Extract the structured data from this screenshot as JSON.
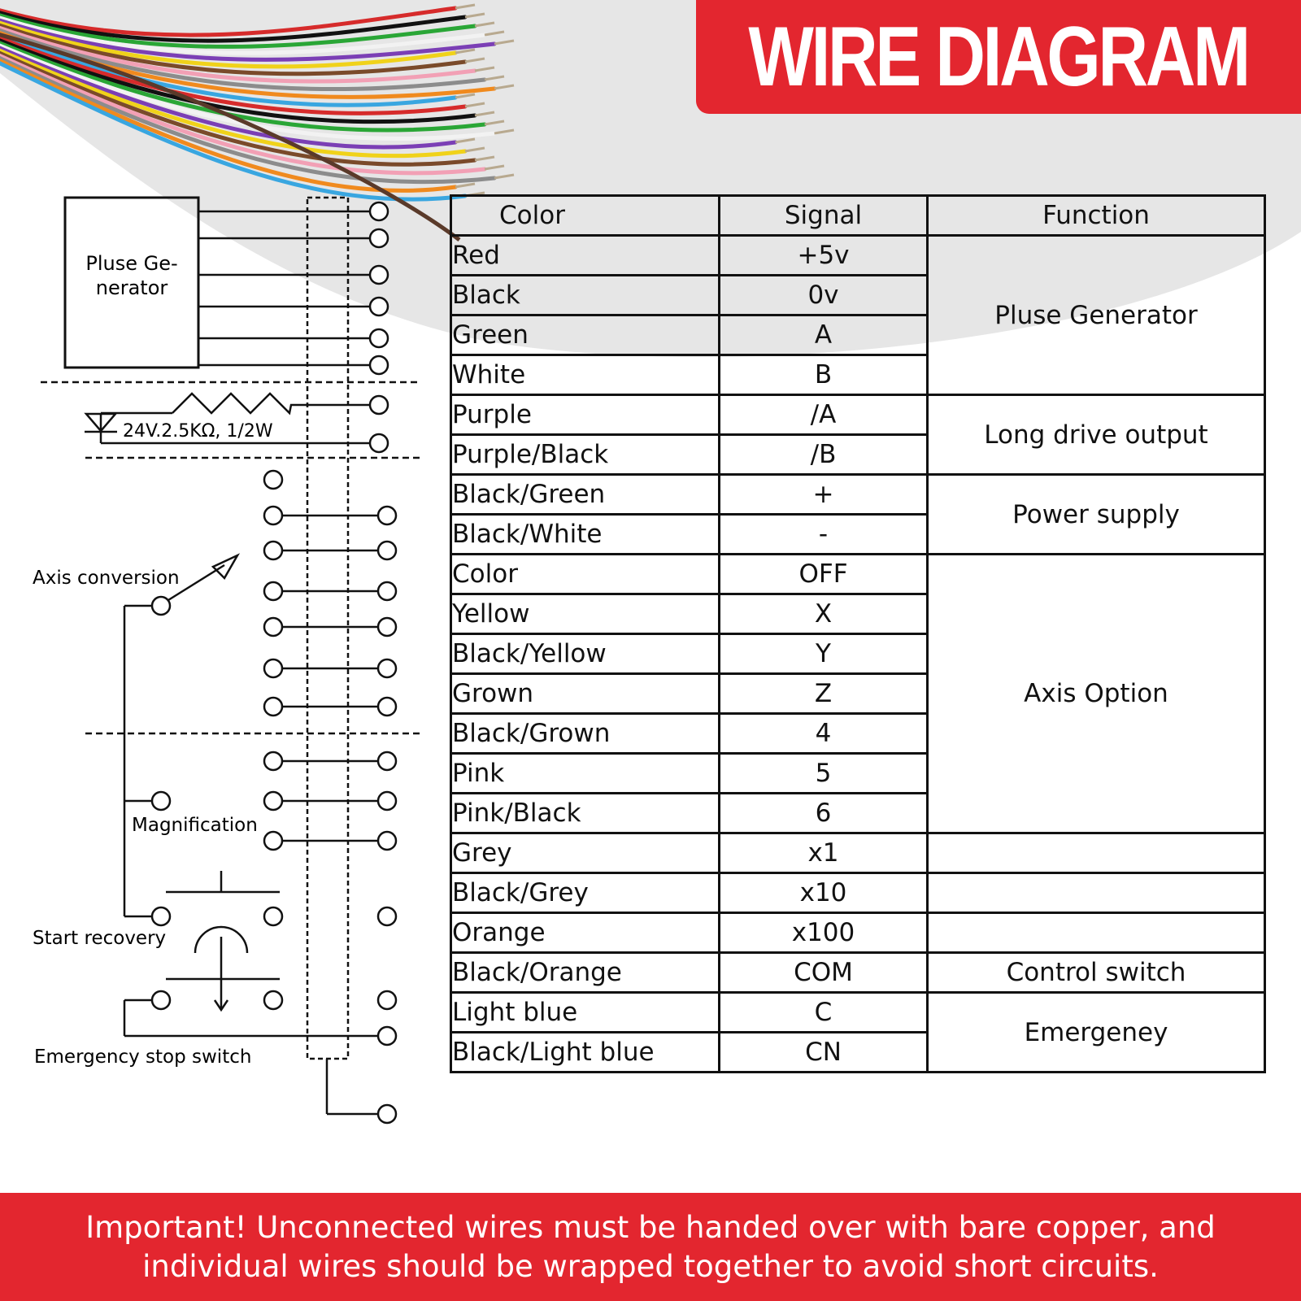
{
  "title": "WIRE DIAGRAM",
  "table": {
    "headers": [
      "Color",
      "Signal",
      "Function"
    ],
    "rows": [
      {
        "color": "Red",
        "signal": "+5v"
      },
      {
        "color": "Black",
        "signal": "0v"
      },
      {
        "color": "Green",
        "signal": "A"
      },
      {
        "color": "White",
        "signal": "B"
      },
      {
        "color": "Purple",
        "signal": "/A"
      },
      {
        "color": "Purple/Black",
        "signal": "/B"
      },
      {
        "color": "Black/Green",
        "signal": "+"
      },
      {
        "color": "Black/White",
        "signal": "-"
      },
      {
        "color": "Color",
        "signal": "OFF"
      },
      {
        "color": "Yellow",
        "signal": "X"
      },
      {
        "color": "Black/Yellow",
        "signal": "Y"
      },
      {
        "color": "Grown",
        "signal": "Z"
      },
      {
        "color": "Black/Grown",
        "signal": "4"
      },
      {
        "color": "Pink",
        "signal": "5"
      },
      {
        "color": "Pink/Black",
        "signal": "6"
      },
      {
        "color": "Grey",
        "signal": "x1"
      },
      {
        "color": "Black/Grey",
        "signal": "x10"
      },
      {
        "color": "Orange",
        "signal": "x100"
      },
      {
        "color": "Black/Orange",
        "signal": "COM"
      },
      {
        "color": "Light blue",
        "signal": "C"
      },
      {
        "color": "Black/Light blue",
        "signal": "CN"
      }
    ],
    "functions": [
      {
        "label": "Pluse Generator",
        "start": 0,
        "span": 4
      },
      {
        "label": "Long drive output",
        "start": 4,
        "span": 2
      },
      {
        "label": "Power supply",
        "start": 6,
        "span": 2
      },
      {
        "label": "Axis Option",
        "start": 8,
        "span": 7
      },
      {
        "label": "",
        "start": 15,
        "span": 1
      },
      {
        "label": "",
        "start": 16,
        "span": 1
      },
      {
        "label": "",
        "start": 17,
        "span": 1
      },
      {
        "label": "Control switch",
        "start": 18,
        "span": 1
      },
      {
        "label": "Emergeney",
        "start": 19,
        "span": 2
      }
    ]
  },
  "schematic": {
    "pulse_generator_line1": "Pluse Ge-",
    "pulse_generator_line2": "nerator",
    "resistor_label": "24V.2.5KΩ,  1/2W",
    "axis_conversion": "Axis conversion",
    "magnification": "Magnification",
    "start_recovery": "Start recovery",
    "emergency_stop": "Emergency stop switch"
  },
  "footer": {
    "line1": "Important! Unconnected wires must be handed over with bare copper, and",
    "line2": "individual wires should be wrapped together to avoid short circuits."
  },
  "wire_colors": [
    "#d62b2b",
    "#111111",
    "#2aa636",
    "#f2f2f2",
    "#7b3fb5",
    "#f0d21a",
    "#7a4a2a",
    "#f2a0b5",
    "#8c8c8c",
    "#f08a1e",
    "#39a6e0"
  ],
  "colors": {
    "accent": "#e3262f",
    "backdrop": "#e6e6e6"
  }
}
